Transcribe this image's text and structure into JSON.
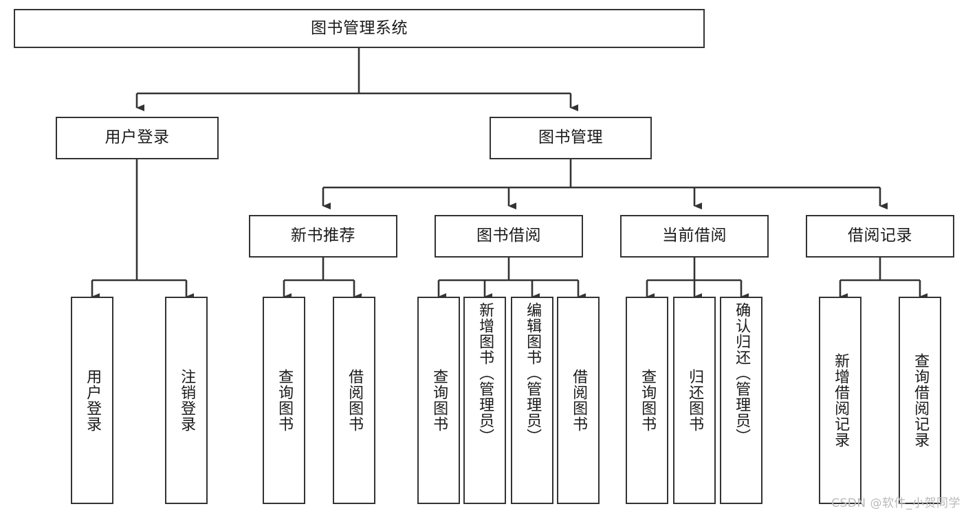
{
  "diagram": {
    "type": "tree-hierarchy-flowchart",
    "title": "图书管理系统",
    "watermark": "CSDN @软件_小贺同学",
    "colors": {
      "box_border": "#333333",
      "box_fill": "#ffffff",
      "connector": "#333333",
      "text": "#1a1a1a",
      "watermark": "#b9b9b9"
    },
    "nodes": {
      "root": {
        "label": "图书管理系统",
        "level": 1
      },
      "level2": [
        {
          "id": "user-login",
          "label": "用户登录"
        },
        {
          "id": "book-management",
          "label": "图书管理"
        }
      ],
      "level3": [
        {
          "id": "new-book-recommend",
          "label": "新书推荐",
          "parent": "book-management"
        },
        {
          "id": "book-borrow",
          "label": "图书借阅",
          "parent": "book-management"
        },
        {
          "id": "current-borrow",
          "label": "当前借阅",
          "parent": "book-management"
        },
        {
          "id": "borrow-record",
          "label": "借阅记录",
          "parent": "book-management"
        }
      ],
      "leaves": {
        "user-login": [
          {
            "id": "leaf-user-login",
            "label": "用户登录"
          },
          {
            "id": "leaf-user-logout",
            "label": "注销登录"
          }
        ],
        "new-book-recommend": [
          {
            "id": "leaf-query-book-1",
            "label": "查询图书"
          },
          {
            "id": "leaf-borrow-book-1",
            "label": "借阅图书"
          }
        ],
        "book-borrow": [
          {
            "id": "leaf-query-book-2",
            "label": "查询图书"
          },
          {
            "id": "leaf-add-book",
            "label": "新增图书（管理员）"
          },
          {
            "id": "leaf-edit-book",
            "label": "编辑图书（管理员）"
          },
          {
            "id": "leaf-borrow-book-2",
            "label": "借阅图书"
          }
        ],
        "current-borrow": [
          {
            "id": "leaf-query-book-3",
            "label": "查询图书"
          },
          {
            "id": "leaf-return-book",
            "label": "归还图书"
          },
          {
            "id": "leaf-confirm-return",
            "label": "确认归还（管理员）"
          }
        ],
        "borrow-record": [
          {
            "id": "leaf-add-record",
            "label": "新增借阅记录"
          },
          {
            "id": "leaf-query-record",
            "label": "查询借阅记录"
          }
        ]
      }
    }
  }
}
